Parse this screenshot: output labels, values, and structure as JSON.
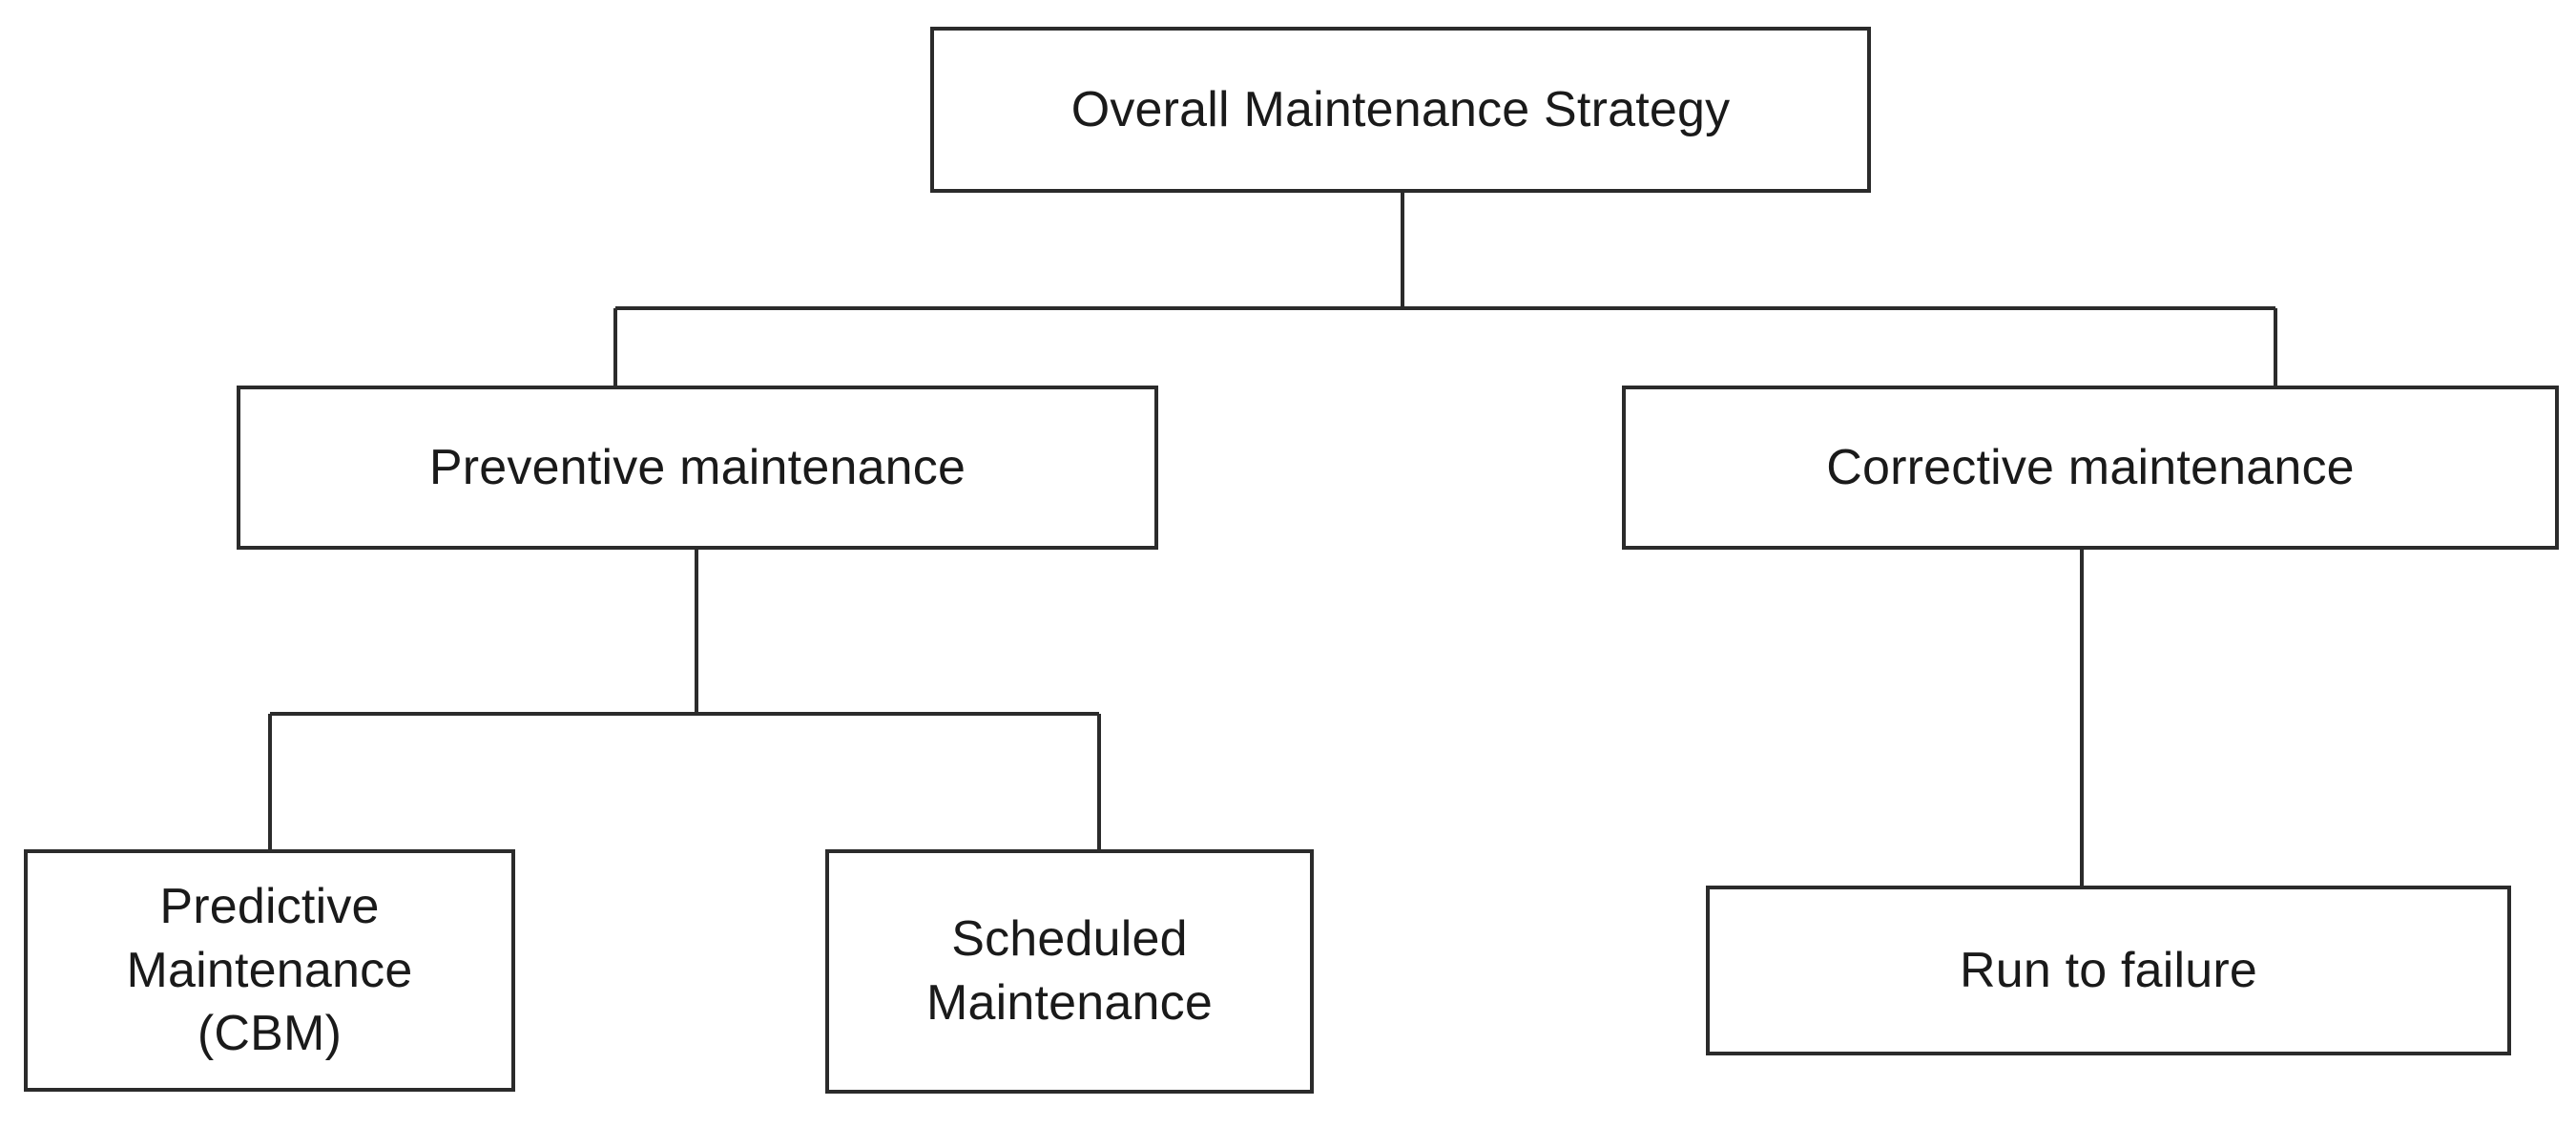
{
  "diagram": {
    "title": "Overall Maintenance Strategy",
    "type": "hierarchy-tree",
    "levels": 3,
    "colors": {
      "background": "#ffffff",
      "box_border": "#2b2b2b",
      "box_fill": "#ffffff",
      "connector": "#2b2b2b",
      "text": "#1a1a1a"
    },
    "nodes": {
      "root": {
        "label": "Overall Maintenance Strategy",
        "level": 1
      },
      "preventive": {
        "label": "Preventive maintenance",
        "level": 2
      },
      "corrective": {
        "label": "Corrective maintenance",
        "level": 2
      },
      "predictive": {
        "label": "Predictive\nMaintenance\n(CBM)",
        "level": 3
      },
      "scheduled": {
        "label": "Scheduled\nMaintenance",
        "level": 3
      },
      "run_to_failure": {
        "label": "Run to failure",
        "level": 3
      }
    },
    "edges": [
      {
        "from": "root",
        "to": "preventive"
      },
      {
        "from": "root",
        "to": "corrective"
      },
      {
        "from": "preventive",
        "to": "predictive"
      },
      {
        "from": "preventive",
        "to": "scheduled"
      },
      {
        "from": "corrective",
        "to": "run_to_failure"
      }
    ]
  }
}
